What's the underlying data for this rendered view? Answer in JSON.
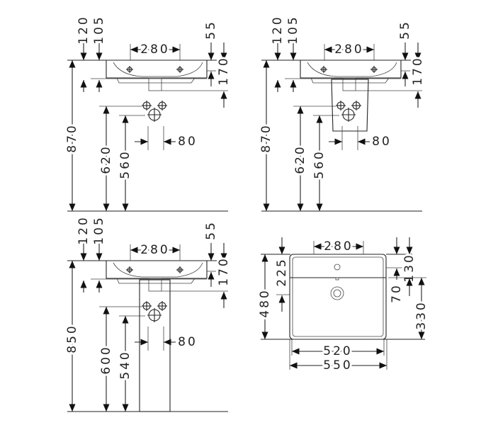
{
  "title": "Washbasin installation dimensions",
  "panels": [
    {
      "name": "wall-mounted-side-view",
      "d120": "120",
      "d105": "105",
      "d280": "280",
      "d55": "55",
      "d170": "170",
      "height": "870",
      "valve_upper": "620",
      "valve_lower": "560",
      "valve_spacing": "80"
    },
    {
      "name": "siphon-cover-side-view",
      "d120": "120",
      "d105": "105",
      "d280": "280",
      "d55": "55",
      "d170": "170",
      "height": "870",
      "valve_upper": "620",
      "valve_lower": "560",
      "valve_spacing": "80"
    },
    {
      "name": "pedestal-side-view",
      "d120": "120",
      "d105": "105",
      "d280": "280",
      "d55": "55",
      "d170": "170",
      "height": "850",
      "valve_upper": "600",
      "valve_lower": "540",
      "valve_spacing": "80"
    }
  ],
  "top_view": {
    "d280": "280",
    "d480": "480",
    "d225": "225",
    "d130": "130",
    "d70": "70",
    "d330": "330",
    "d520": "520",
    "d550": "550"
  }
}
